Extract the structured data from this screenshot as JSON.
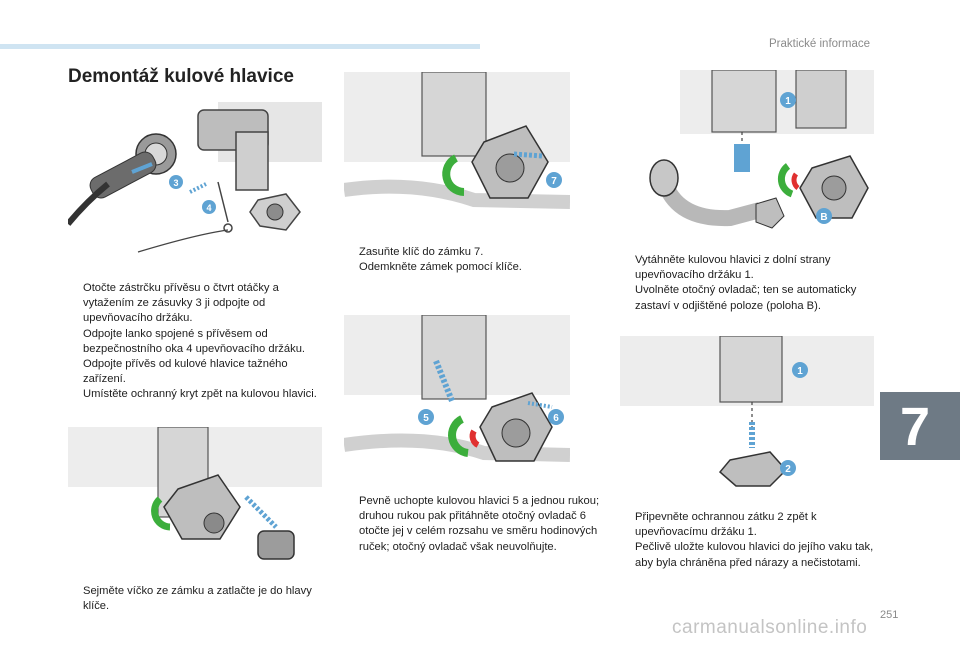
{
  "header": {
    "section": "Praktické informace",
    "chapter_number": "7",
    "page_number": "251"
  },
  "title": "Demontáž kulové hlavice",
  "figures": {
    "fig1": {
      "labels": [
        "3",
        "4"
      ]
    },
    "fig2": {
      "labels": [
        "7"
      ]
    },
    "fig3": {
      "labels": [
        "1",
        "B"
      ]
    },
    "fig4": {
      "labels": [
        "5",
        "6"
      ]
    },
    "fig5": {
      "labels": [
        "1",
        "2"
      ]
    }
  },
  "bullet_mark": "",
  "block1": [
    "Otočte zástrčku přívěsu o čtvrt otáčky a vytažením ze zásuvky 3 ji odpojte od upevňovacího držáku.",
    "Odpojte lanko spojené s přívěsem od bezpečnostního oka 4 upevňovacího držáku.",
    "Odpojte přívěs od kulové hlavice tažného zařízení.",
    "Umístěte ochranný kryt zpět na kulovou hlavici."
  ],
  "block2": [
    "Sejměte víčko ze zámku a zatlačte je do hlavy klíče."
  ],
  "block3": [
    "Zasuňte klíč do zámku 7.",
    "Odemkněte zámek pomocí klíče."
  ],
  "block4": [
    "Pevně uchopte kulovou hlavici 5 a jednou rukou; druhou rukou pak přitáhněte otočný ovladač 6 otočte jej v celém rozsahu ve směru hodinových ruček; otočný ovladač však neuvolňujte."
  ],
  "block5": [
    "Vytáhněte kulovou hlavici z dolní strany upevňovacího držáku 1.",
    "Uvolněte otočný ovladač; ten se automaticky zastaví v odjištěné poloze (poloha B)."
  ],
  "block6": [
    "Připevněte ochrannou zátku 2 zpět k upevňovacímu držáku 1.",
    "Pečlivě uložte kulovou hlavici do jejího vaku tak, aby byla chráněna před nárazy a nečistotami."
  ],
  "watermark": "carmanualsonline.info",
  "colors": {
    "accent_blue": "#5fa3d3",
    "green": "#3cae3c",
    "red": "#e03030",
    "band": "#cfe4f2",
    "chapter_tab": "#6e7a85"
  }
}
